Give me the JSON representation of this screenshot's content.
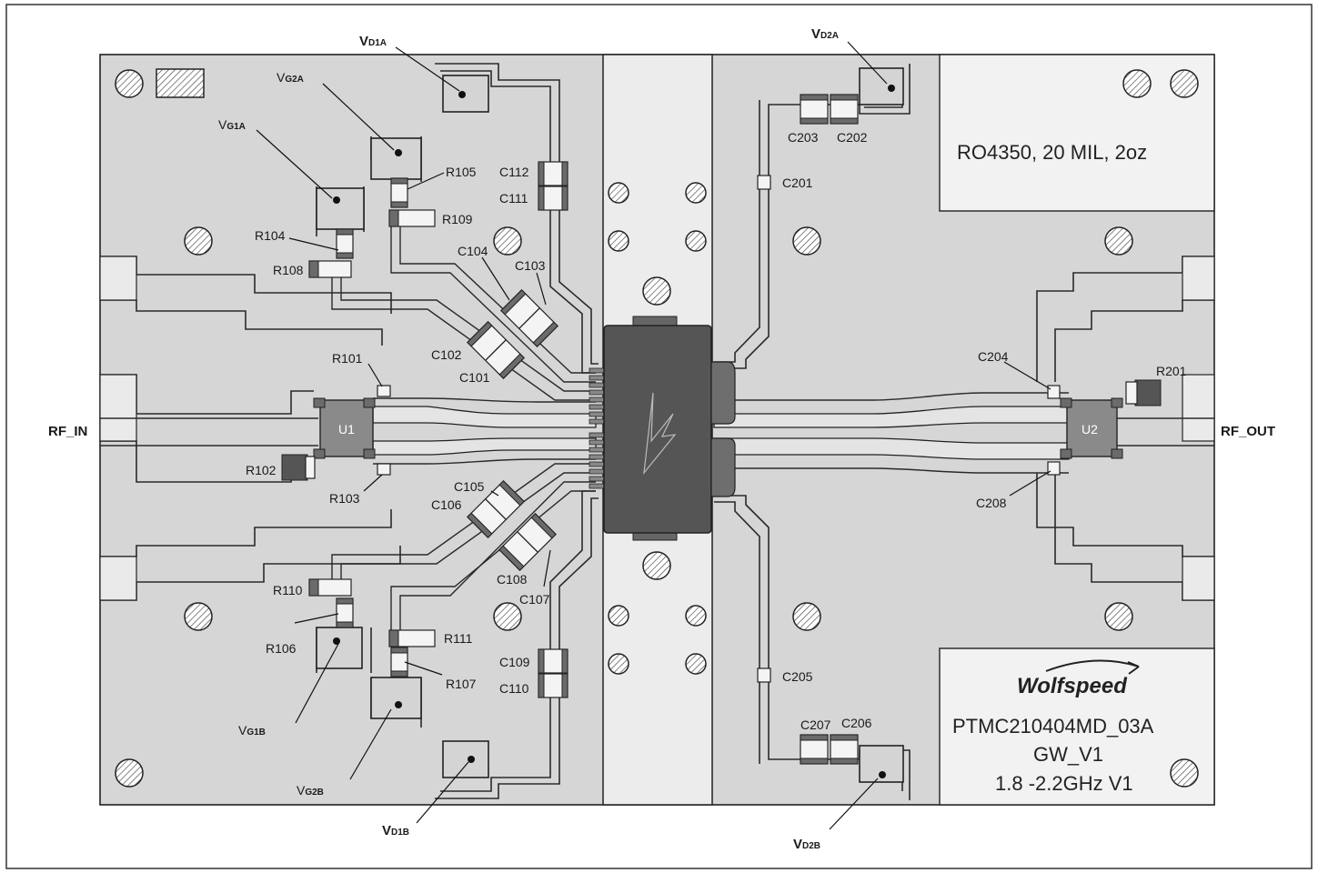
{
  "board": {
    "material": "RO4350, 20 MIL, 2oz",
    "brand": "Wolfspeed",
    "part_number": "PTMC210404MD_03A",
    "version_line": "GW_V1",
    "frequency_line": "1.8 -2.2GHz V1"
  },
  "ports": {
    "rf_in": "RF_IN",
    "rf_out": "RF_OUT"
  },
  "supplies": [
    {
      "id": "vd1a",
      "main": "V",
      "sub": "D1A"
    },
    {
      "id": "vd2a",
      "main": "V",
      "sub": "D2A"
    },
    {
      "id": "vg2a",
      "main": "V",
      "sub": "G2A"
    },
    {
      "id": "vg1a",
      "main": "V",
      "sub": "G1A"
    },
    {
      "id": "vg1b",
      "main": "V",
      "sub": "G1B"
    },
    {
      "id": "vg2b",
      "main": "V",
      "sub": "G2B"
    },
    {
      "id": "vd1b",
      "main": "V",
      "sub": "D1B"
    },
    {
      "id": "vd2b",
      "main": "V",
      "sub": "D2B"
    }
  ],
  "components": {
    "u1": "U1",
    "u2": "U2",
    "r101": "R101",
    "r102": "R102",
    "r103": "R103",
    "r104": "R104",
    "r105": "R105",
    "r106": "R106",
    "r107": "R107",
    "r108": "R108",
    "r109": "R109",
    "r110": "R110",
    "r111": "R111",
    "r201": "R201",
    "c101": "C101",
    "c102": "C102",
    "c103": "C103",
    "c104": "C104",
    "c105": "C105",
    "c106": "C106",
    "c107": "C107",
    "c108": "C108",
    "c109": "C109",
    "c110": "C110",
    "c111": "C111",
    "c112": "C112",
    "c201": "C201",
    "c202": "C202",
    "c203": "C203",
    "c204": "C204",
    "c205": "C205",
    "c206": "C206",
    "c207": "C207",
    "c208": "C208"
  }
}
